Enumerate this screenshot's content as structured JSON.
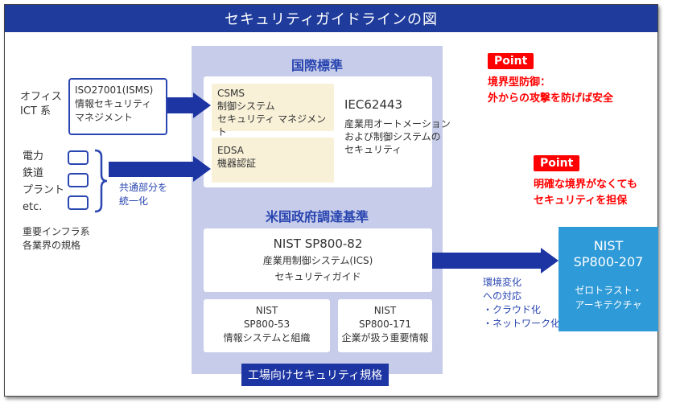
{
  "title": "セキュリティガイドラインの図",
  "colors": {
    "title_bar": "#1f3c9c",
    "panel": "#c6cce9",
    "arrow": "#1d35a3",
    "beige": "#f8f1d8",
    "point": "#ff0000",
    "zero_trust_box": "#2e9ad8"
  },
  "left": {
    "office_label": [
      "オフィス",
      "ICT 系"
    ],
    "iso_box": [
      "ISO27001(ISMS)",
      "情報セキュリティ",
      "マネジメント"
    ],
    "sectors": [
      "電力",
      "鉄道",
      "プラント",
      "etc."
    ],
    "infra_label": [
      "重要インフラ系",
      "各業界の規格"
    ],
    "unify_label": [
      "共通部分を",
      "統一化"
    ]
  },
  "international": {
    "header": "国際標準",
    "csms": [
      "CSMS",
      "制御システム",
      "セキュリティ マネジメント"
    ],
    "edsa": [
      "EDSA",
      "機器認証"
    ],
    "iec_title": "IEC62443",
    "iec_desc": [
      "産業用オートメーション",
      "および制御システムの",
      "セキュリティ"
    ]
  },
  "us_gov": {
    "header": "米国政府調達基準",
    "sp800_82": {
      "title": "NIST SP800-82",
      "desc": [
        "産業用制御システム(ICS)",
        "セキュリティガイド"
      ]
    },
    "sp800_53": [
      "NIST",
      "SP800-53",
      "情報システムと組織"
    ],
    "sp800_171": [
      "NIST",
      "SP800-171",
      "企業が扱う重要情報"
    ]
  },
  "factory_label": "工場向けセキュリティ規格",
  "points": [
    {
      "badge": "Point",
      "text": [
        "境界型防御：",
        "外からの攻撃を防げば安全"
      ]
    },
    {
      "badge": "Point",
      "text": [
        "明確な境界がなくても",
        "セキュリティを担保"
      ]
    }
  ],
  "change_label": [
    "環境変化",
    "への対応",
    "・クラウド化",
    "・ネットワーク化"
  ],
  "zero_trust": {
    "title": [
      "NIST",
      "SP800-207"
    ],
    "desc": [
      "ゼロトラスト・",
      "アーキテクチャ"
    ]
  }
}
